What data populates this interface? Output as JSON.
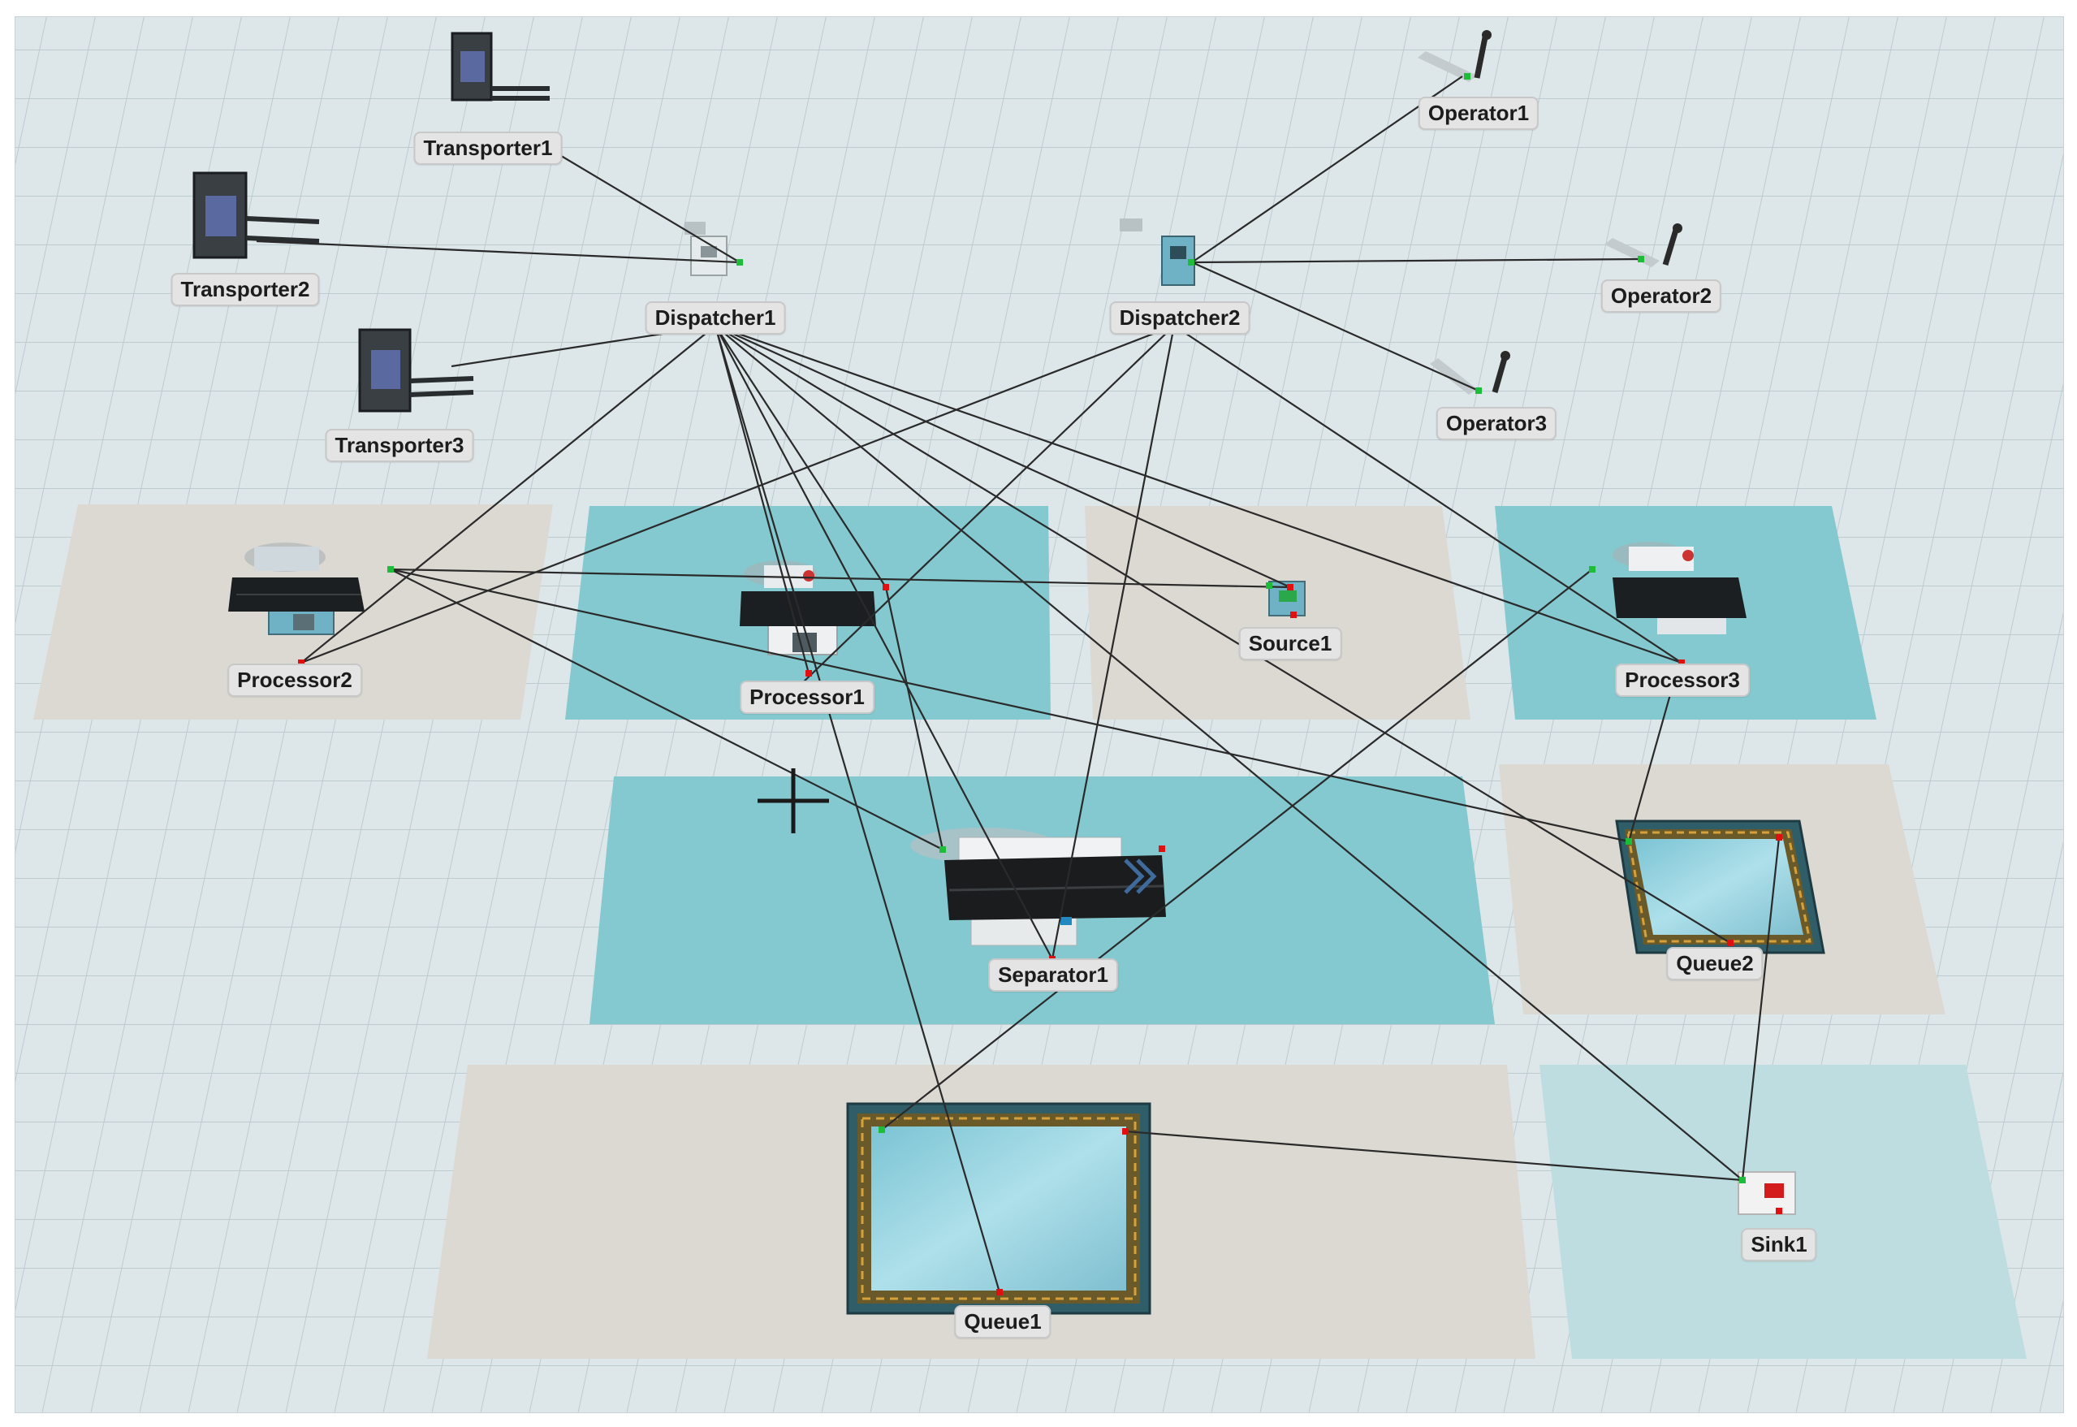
{
  "window": {
    "title": "3D Model View"
  },
  "colors": {
    "floor": "#dde6e9",
    "grid": "#bccbd0",
    "zone_tan": "#dcd9d3",
    "zone_teal": "#83c9cf",
    "zone_light_teal": "#bddde0",
    "connection_line": "#2a2a2a",
    "input_port": "#1dbd3a",
    "output_port": "#e01010"
  },
  "cursor": {
    "icon": "crosshair-icon"
  },
  "objects": {
    "transporter1": {
      "label": "Transporter1",
      "type": "Transporter",
      "icon": "forklift-icon"
    },
    "transporter2": {
      "label": "Transporter2",
      "type": "Transporter",
      "icon": "forklift-icon"
    },
    "transporter3": {
      "label": "Transporter3",
      "type": "Transporter",
      "icon": "forklift-icon"
    },
    "dispatcher1": {
      "label": "Dispatcher1",
      "type": "Dispatcher",
      "icon": "dispatcher-icon"
    },
    "dispatcher2": {
      "label": "Dispatcher2",
      "type": "Dispatcher",
      "icon": "dispatcher-icon"
    },
    "operator1": {
      "label": "Operator1",
      "type": "Operator",
      "icon": "operator-icon"
    },
    "operator2": {
      "label": "Operator2",
      "type": "Operator",
      "icon": "operator-icon"
    },
    "operator3": {
      "label": "Operator3",
      "type": "Operator",
      "icon": "operator-icon"
    },
    "processor1": {
      "label": "Processor1",
      "type": "Processor",
      "icon": "processor-icon"
    },
    "processor2": {
      "label": "Processor2",
      "type": "Processor",
      "icon": "processor-icon"
    },
    "processor3": {
      "label": "Processor3",
      "type": "Processor",
      "icon": "processor-icon"
    },
    "source1": {
      "label": "Source1",
      "type": "Source",
      "icon": "source-icon"
    },
    "separator1": {
      "label": "Separator1",
      "type": "Separator",
      "icon": "separator-icon"
    },
    "queue1": {
      "label": "Queue1",
      "type": "Queue",
      "icon": "queue-icon"
    },
    "queue2": {
      "label": "Queue2",
      "type": "Queue",
      "icon": "queue-icon"
    },
    "sink1": {
      "label": "Sink1",
      "type": "Sink",
      "icon": "sink-icon"
    }
  }
}
